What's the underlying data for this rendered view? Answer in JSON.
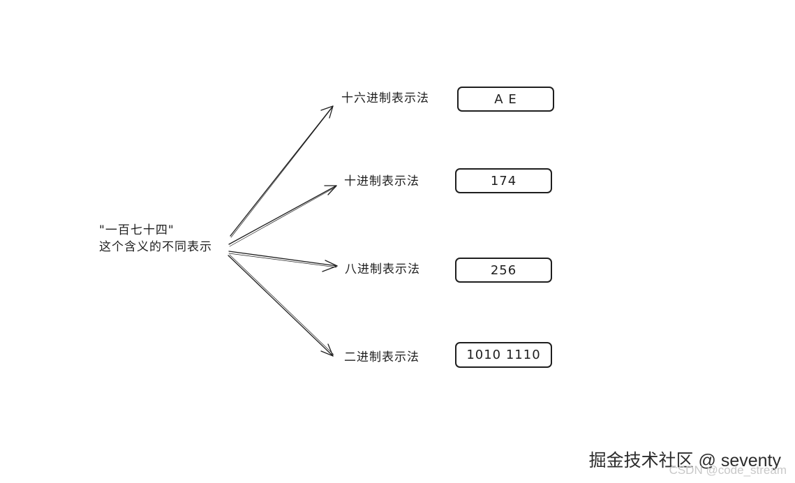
{
  "source": {
    "line1": "\"一百七十四\"",
    "line2": "这个含义的不同表示"
  },
  "branches": [
    {
      "label": "十六进制表示法",
      "value": "A E"
    },
    {
      "label": "十进制表示法",
      "value": "174"
    },
    {
      "label": "八进制表示法",
      "value": "256"
    },
    {
      "label": "二进制表示法",
      "value": "1010 1110"
    }
  ],
  "watermark": "掘金技术社区 @ seventy",
  "credit": "CSDN @code_stream"
}
